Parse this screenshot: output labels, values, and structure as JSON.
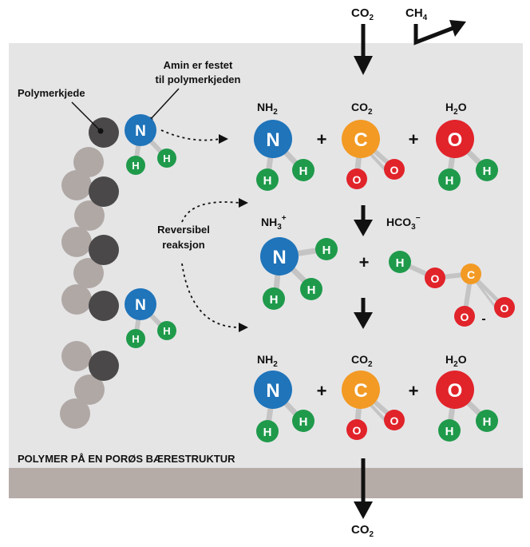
{
  "top_labels": {
    "co2_in": {
      "main": "CO",
      "sub": "2"
    },
    "ch4_out": {
      "main": "CH",
      "sub": "4"
    }
  },
  "bottom_label": {
    "main": "CO",
    "sub": "2"
  },
  "annotations": {
    "polymer_chain": "Polymerkjede",
    "amine_attached_line1": "Amin er festet",
    "amine_attached_line2": "til polymerkjeden",
    "reversible_line1": "Reversibel",
    "reversible_line2": "reaksjon"
  },
  "support_label": "POLYMER PÅ EN PORØS BÆRESTRUKTUR",
  "molecule_labels": {
    "nh2": {
      "main": "NH",
      "sub": "2"
    },
    "co2": {
      "main": "CO",
      "sub": "2"
    },
    "h2o": {
      "main": "H",
      "sub": "2",
      "tail": "O"
    },
    "nh3plus": {
      "main": "NH",
      "sub": "3",
      "sup": "+"
    },
    "hco3minus": {
      "main": "HCO",
      "sub": "3",
      "sup": "−"
    }
  },
  "atoms": {
    "N": "N",
    "H": "H",
    "C": "C",
    "O": "O"
  },
  "plus_sign": "+",
  "minus_sign": "-",
  "colors": {
    "background": "#ffffff",
    "panel": "#e5e5e6",
    "support_bar": "#b5aca8",
    "chain_light": "#b0a8a5",
    "chain_dark": "#4a4848",
    "nitrogen": "#1f74ba",
    "hydrogen": "#1f9a4b",
    "carbon": "#f29a24",
    "oxygen": "#e1232a",
    "bond": "#c4c4c4",
    "ink": "#111111"
  }
}
